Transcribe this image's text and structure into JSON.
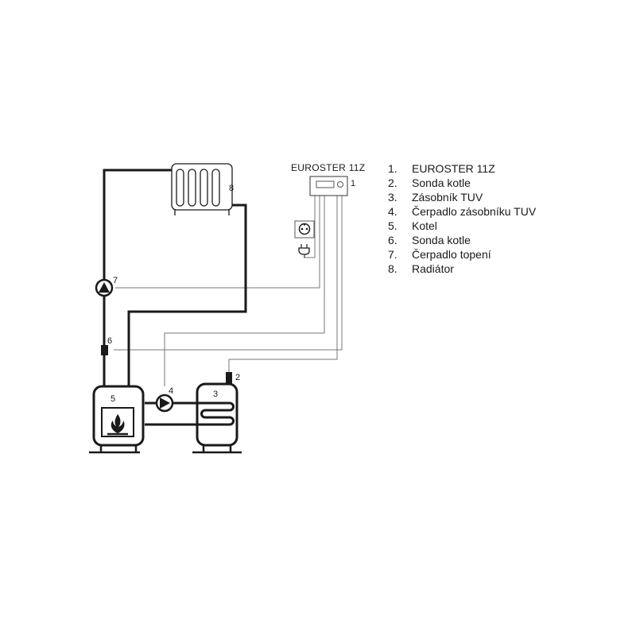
{
  "controller": {
    "title": "EUROSTER 11Z",
    "number": "1"
  },
  "labels": {
    "radiator": "8",
    "heating_pump": "7",
    "boiler_sensor_pipe": "6",
    "boiler": "5",
    "tank_pump": "4",
    "tank": "3",
    "tank_sensor": "2"
  },
  "legend": [
    {
      "index": "1.",
      "text": "EUROSTER 11Z"
    },
    {
      "index": "2.",
      "text": "Sonda kotle"
    },
    {
      "index": "3.",
      "text": "Zásobník TUV"
    },
    {
      "index": "4.",
      "text": "Čerpadlo zásobníku TUV"
    },
    {
      "index": "5.",
      "text": "Kotel"
    },
    {
      "index": "6.",
      "text": "Sonda kotle"
    },
    {
      "index": "7.",
      "text": "Čerpadlo topení"
    },
    {
      "index": "8.",
      "text": "Radiátor"
    }
  ]
}
